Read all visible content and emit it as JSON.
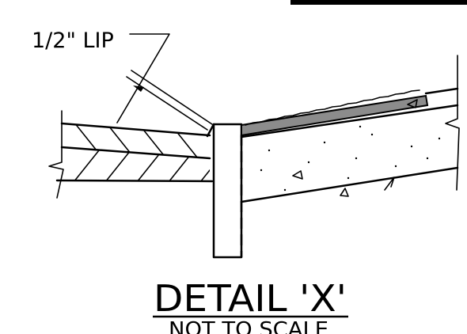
{
  "callout": {
    "label": "1/2\" LIP"
  },
  "detail": {
    "title": "DETAIL 'X'",
    "subtitle": "NOT TO SCALE"
  },
  "colors": {
    "line": "#000000",
    "membrane_fill": "#8c8c8c",
    "background": "#ffffff"
  }
}
